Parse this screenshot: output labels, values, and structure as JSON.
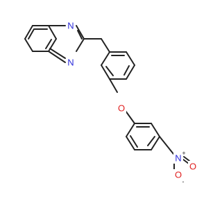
{
  "molecule": {
    "atom_labels": {
      "n_quinoxaline_top": "N",
      "n_quinoxaline_bottom": "N",
      "o_ether": "O",
      "n_nitro": "N",
      "n_nitro_charge": "+",
      "o_nitro_top": "O",
      "o_nitro_bottom": "O",
      "o_nitro_charge": "-"
    },
    "colors": {
      "bond": "#222222",
      "nitrogen": "#2b2bd9",
      "oxygen": "#e02020"
    }
  }
}
